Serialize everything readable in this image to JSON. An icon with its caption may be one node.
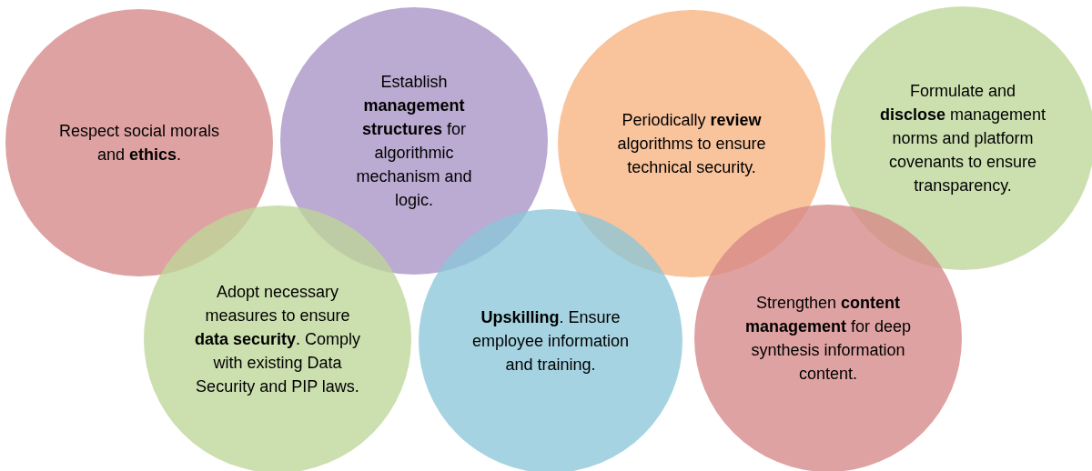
{
  "diagram": {
    "nodes": [
      {
        "text": [
          "Respect social morals and **ethics**."
        ]
      },
      {
        "text": [
          "Establish **management structures** for algorithmic mechanism and logic."
        ]
      },
      {
        "text": [
          "Periodically **review** algorithms to ensure technical security."
        ]
      },
      {
        "text": [
          "Formulate and **disclose** management norms and platform covenants to ensure transparency."
        ]
      },
      {
        "text": [
          "Adopt necessary measures to ensure **data security**. Comply with existing Data Security and PIP laws."
        ]
      },
      {
        "text": [
          "**Upskilling**. Ensure employee information and training."
        ]
      },
      {
        "text": [
          "Strengthen **content management** for deep synthesis information content."
        ]
      }
    ]
  }
}
